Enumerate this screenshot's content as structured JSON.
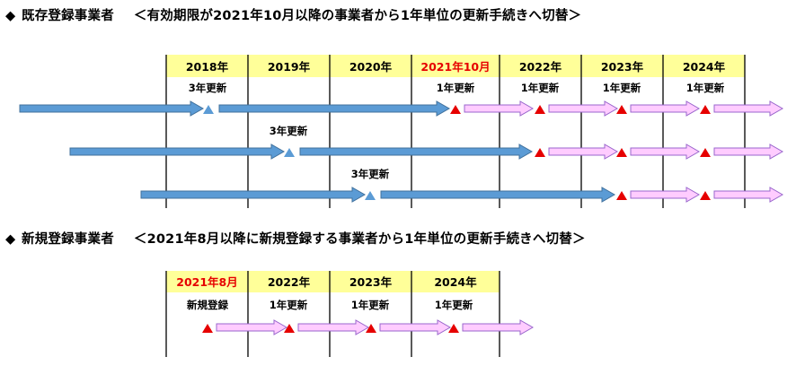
{
  "section1": {
    "marker": "◆",
    "heading": "既存登録事業者",
    "subtitle": "＜有効期限が2021年10月以降の事業者から1年単位の更新手続きへ切替＞",
    "years": [
      {
        "label": "2018年",
        "highlight": false
      },
      {
        "label": "2019年",
        "highlight": false
      },
      {
        "label": "2020年",
        "highlight": false
      },
      {
        "label": "2021年10月",
        "highlight": true
      },
      {
        "label": "2022年",
        "highlight": false
      },
      {
        "label": "2023年",
        "highlight": false
      },
      {
        "label": "2024年",
        "highlight": false
      }
    ],
    "renew3": "3年更新",
    "renew1": "1年更新"
  },
  "section2": {
    "marker": "◆",
    "heading": "新規登録事業者",
    "subtitle": "＜2021年8月以降に新規登録する事業者から1年単位の更新手続きへ切替＞",
    "years": [
      {
        "label": "2021年8月",
        "highlight": true
      },
      {
        "label": "2022年",
        "highlight": false
      },
      {
        "label": "2023年",
        "highlight": false
      },
      {
        "label": "2024年",
        "highlight": false
      }
    ],
    "new_registration": "新規登録",
    "renew1": "1年更新"
  },
  "colors": {
    "header_fill": "#ffff99",
    "blue_arrow": "#5b9bd5",
    "blue_arrow_stroke": "#41719c",
    "pink_arrow": "#ffccff",
    "pink_arrow_stroke": "#9966cc",
    "red_marker": "#e60000",
    "blue_marker": "#5b9bd5"
  }
}
